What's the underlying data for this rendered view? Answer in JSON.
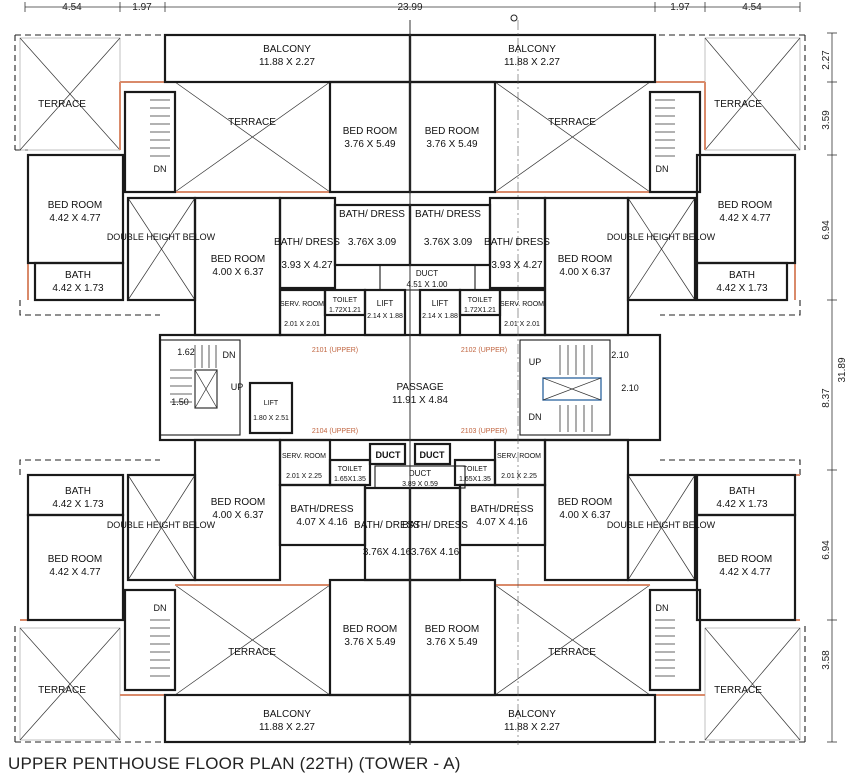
{
  "title": "UPPER PENTHOUSE FLOOR PLAN (22TH) (TOWER - A)",
  "top_dimensions": [
    "4.54",
    "1.97",
    "23.99",
    "1.97",
    "4.54"
  ],
  "right_dimensions": [
    "2.27",
    "3.59",
    "6.94",
    "8.37",
    "6.94",
    "3.58"
  ],
  "overall_right": "31.89",
  "rooms": [
    {
      "id": "balcony-tl",
      "name": "BALCONY",
      "size": "11.88 X 2.27"
    },
    {
      "id": "balcony-tr",
      "name": "BALCONY",
      "size": "11.88 X 2.27"
    },
    {
      "id": "terrace-tl-outer",
      "name": "TERRACE",
      "size": ""
    },
    {
      "id": "terrace-tl-inner",
      "name": "TERRACE",
      "size": ""
    },
    {
      "id": "bed-tl-center",
      "name": "BED ROOM",
      "size": "3.76 X 5.49"
    },
    {
      "id": "bed-tr-center",
      "name": "BED ROOM",
      "size": "3.76 X 5.49"
    },
    {
      "id": "terrace-tr-inner",
      "name": "TERRACE",
      "size": ""
    },
    {
      "id": "terrace-tr-outer",
      "name": "TERRACE",
      "size": ""
    },
    {
      "id": "bed-tl-left",
      "name": "BED ROOM",
      "size": "4.42 X 4.77"
    },
    {
      "id": "bath-tl-left",
      "name": "BATH",
      "size": "4.42 X 1.73"
    },
    {
      "id": "dh-tl",
      "name": "DOUBLE HEIGHT BELOW",
      "size": ""
    },
    {
      "id": "bed-tl-mid",
      "name": "BED ROOM",
      "size": "4.00 X 6.37"
    },
    {
      "id": "bathdress-tl",
      "name": "BATH/ DRESS",
      "size": "3.93 X 4.27"
    },
    {
      "id": "bathdress-tl-c",
      "name": "BATH/ DRESS",
      "size": "3.76X 3.09"
    },
    {
      "id": "bathdress-tr-c",
      "name": "BATH/ DRESS",
      "size": "3.76X 3.09"
    },
    {
      "id": "bathdress-tr",
      "name": "BATH/ DRESS",
      "size": "3.93 X 4.27"
    },
    {
      "id": "bed-tr-mid",
      "name": "BED ROOM",
      "size": "4.00 X 6.37"
    },
    {
      "id": "dh-tr",
      "name": "DOUBLE HEIGHT BELOW",
      "size": ""
    },
    {
      "id": "bed-tr-right",
      "name": "BED ROOM",
      "size": "4.42 X 4.77"
    },
    {
      "id": "bath-tr-right",
      "name": "BATH",
      "size": "4.42 X 1.73"
    },
    {
      "id": "duct-top",
      "name": "DUCT",
      "size": "4.51 X 1.00"
    },
    {
      "id": "serv-tl",
      "name": "SERV. ROOM",
      "size": "2.01 X 2.01"
    },
    {
      "id": "toilet-tl",
      "name": "TOILET",
      "size": "1.72X1.21"
    },
    {
      "id": "lift-tl",
      "name": "LIFT",
      "size": "2.14 X 1.88"
    },
    {
      "id": "lift-tr",
      "name": "LIFT",
      "size": "2.14 X 1.88"
    },
    {
      "id": "toilet-tr",
      "name": "TOILET",
      "size": "1.72X1.21"
    },
    {
      "id": "serv-tr",
      "name": "SERV. ROOM",
      "size": "2.01 X 2.01"
    },
    {
      "id": "passage",
      "name": "PASSAGE",
      "size": "11.91 X 4.84"
    },
    {
      "id": "lift-left",
      "name": "LIFT",
      "size": "1.80 X 2.51"
    },
    {
      "id": "serv-bl",
      "name": "SERV. ROOM",
      "size": "2.01 X 2.25"
    },
    {
      "id": "toilet-bl",
      "name": "TOILET",
      "size": "1.65X1.35"
    },
    {
      "id": "duct-bottom",
      "name": "DUCT",
      "size": "3.89 X 0.59"
    },
    {
      "id": "toilet-br",
      "name": "TOILET",
      "size": "1.65X1.35"
    },
    {
      "id": "serv-br",
      "name": "SERV. ROOM",
      "size": "2.01 X 2.25"
    },
    {
      "id": "bath-bl-left",
      "name": "BATH",
      "size": "4.42 X 1.73"
    },
    {
      "id": "dh-bl",
      "name": "DOUBLE HEIGHT BELOW",
      "size": ""
    },
    {
      "id": "bed-bl-mid",
      "name": "BED ROOM",
      "size": "4.00 X 6.37"
    },
    {
      "id": "bathdress-bl",
      "name": "BATH/DRESS",
      "size": "4.07 X 4.16"
    },
    {
      "id": "bathdress-bl-c",
      "name": "BATH/ DRESS",
      "size": "3.76X 4.16"
    },
    {
      "id": "bathdress-br-c",
      "name": "BATH/ DRESS",
      "size": "3.76X 4.16"
    },
    {
      "id": "bathdress-br",
      "name": "BATH/DRESS",
      "size": "4.07 X 4.16"
    },
    {
      "id": "bed-br-mid",
      "name": "BED ROOM",
      "size": "4.00 X 6.37"
    },
    {
      "id": "dh-br",
      "name": "DOUBLE HEIGHT BELOW",
      "size": ""
    },
    {
      "id": "bath-br-right",
      "name": "BATH",
      "size": "4.42 X 1.73"
    },
    {
      "id": "bed-bl-left",
      "name": "BED ROOM",
      "size": "4.42 X 4.77"
    },
    {
      "id": "bed-br-right",
      "name": "BED ROOM",
      "size": "4.42 X 4.77"
    },
    {
      "id": "bed-bl-center",
      "name": "BED ROOM",
      "size": "3.76 X 5.49"
    },
    {
      "id": "bed-br-center",
      "name": "BED ROOM",
      "size": "3.76 X 5.49"
    },
    {
      "id": "terrace-bl-inner",
      "name": "TERRACE",
      "size": ""
    },
    {
      "id": "terrace-br-inner",
      "name": "TERRACE",
      "size": ""
    },
    {
      "id": "terrace-bl-outer",
      "name": "TERRACE",
      "size": ""
    },
    {
      "id": "terrace-br-outer",
      "name": "TERRACE",
      "size": ""
    },
    {
      "id": "balcony-bl",
      "name": "BALCONY",
      "size": "11.88 X 2.27"
    },
    {
      "id": "balcony-br",
      "name": "BALCONY",
      "size": "11.88 X 2.27"
    }
  ],
  "unit_labels": [
    "2101 (UPPER)",
    "2102 (UPPER)",
    "2104 (UPPER)",
    "2103 (UPPER)"
  ],
  "ducts_small": [
    "DUCT",
    "DUCT"
  ],
  "stair_labels": [
    "DN",
    "DN",
    "DN",
    "DN",
    "UP",
    "DN",
    "UP",
    "DN"
  ],
  "stair_dims": [
    "1.62",
    "1.50",
    "2.10",
    "2.10"
  ]
}
